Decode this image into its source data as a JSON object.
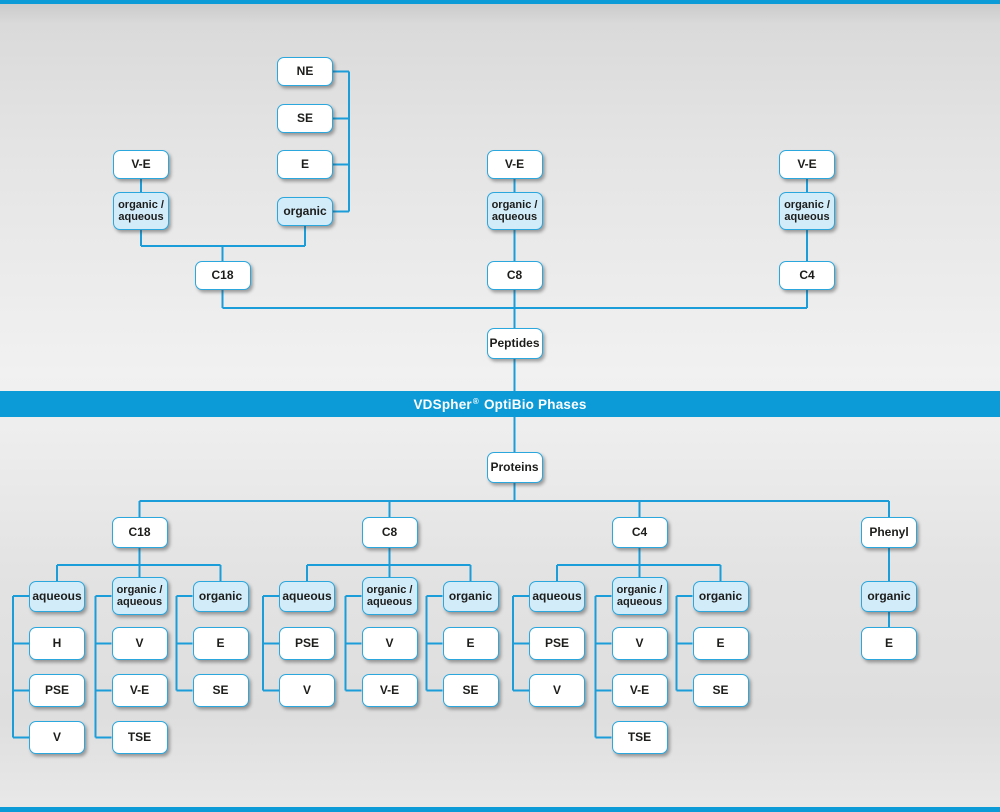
{
  "colors": {
    "accent_line": "#1b9dd9",
    "node_border": "#2ba7de",
    "highlight_fill": "#d3ecf9",
    "banner_blue": "#0d9bd7",
    "text": "#1d1d1b"
  },
  "banner": {
    "brand": "VDSpher",
    "reg": "®",
    "rest": "OptiBio Phases"
  },
  "top": {
    "root": "Peptides",
    "stack": [
      "NE",
      "SE",
      "E"
    ],
    "organic": "organic",
    "branches": {
      "left": {
        "ve": "V-E",
        "mode": "organic /\naqueous",
        "col": "C18"
      },
      "mid": {
        "ve": "V-E",
        "mode": "organic /\naqueous",
        "col": "C8"
      },
      "right": {
        "ve": "V-E",
        "mode": "organic /\naqueous",
        "col": "C4"
      }
    }
  },
  "bottom": {
    "root": "Proteins",
    "groups": [
      {
        "header": "C18",
        "columns": [
          {
            "mode": "aqueous",
            "items": [
              "H",
              "PSE",
              "V"
            ]
          },
          {
            "mode": "organic /\naqueous",
            "items": [
              "V",
              "V-E",
              "TSE"
            ]
          },
          {
            "mode": "organic",
            "items": [
              "E",
              "SE"
            ]
          }
        ]
      },
      {
        "header": "C8",
        "columns": [
          {
            "mode": "aqueous",
            "items": [
              "PSE",
              "V"
            ]
          },
          {
            "mode": "organic /\naqueous",
            "items": [
              "V",
              "V-E"
            ]
          },
          {
            "mode": "organic",
            "items": [
              "E",
              "SE"
            ]
          }
        ]
      },
      {
        "header": "C4",
        "columns": [
          {
            "mode": "aqueous",
            "items": [
              "PSE",
              "V"
            ]
          },
          {
            "mode": "organic /\naqueous",
            "items": [
              "V",
              "V-E",
              "TSE"
            ]
          },
          {
            "mode": "organic",
            "items": [
              "E",
              "SE"
            ]
          }
        ]
      },
      {
        "header": "Phenyl",
        "columns": [
          {
            "mode": "organic",
            "items": [
              "E"
            ]
          }
        ]
      }
    ]
  }
}
